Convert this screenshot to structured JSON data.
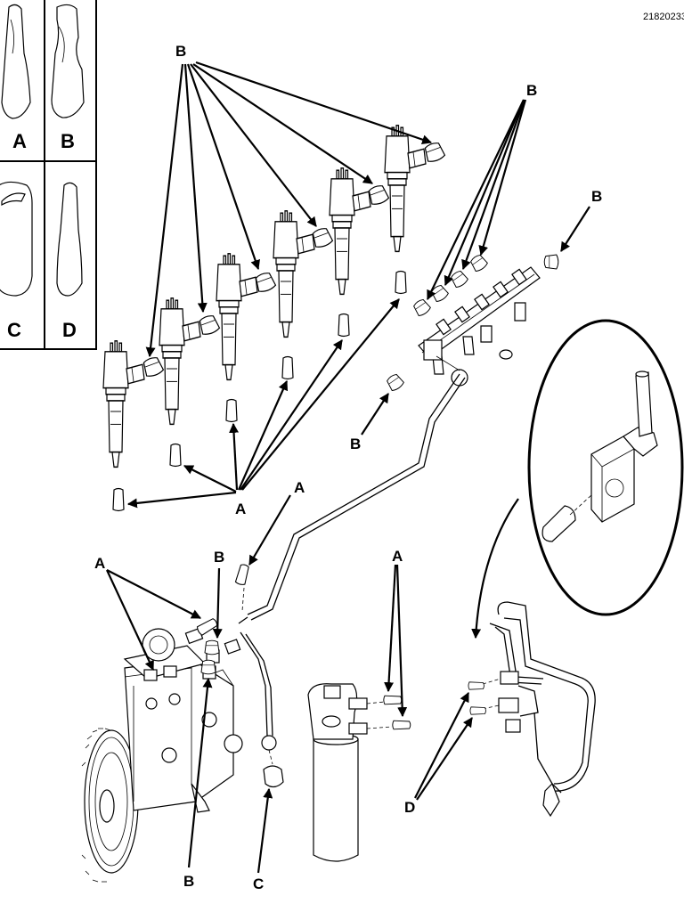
{
  "figure_id": "21820233",
  "legend": {
    "cap_types": [
      "A",
      "B",
      "C",
      "D"
    ]
  },
  "callouts": {
    "b_injectors": "B",
    "b_rail_top": "B",
    "b_rail_right": "B",
    "b_rail_left": "B",
    "a_injectors": "A",
    "a_pipe": "A",
    "a_pump": "A",
    "b_pump_top": "B",
    "b_pump_bottom": "B",
    "c_pump": "C",
    "a_filter": "A",
    "d_valve": "D"
  }
}
